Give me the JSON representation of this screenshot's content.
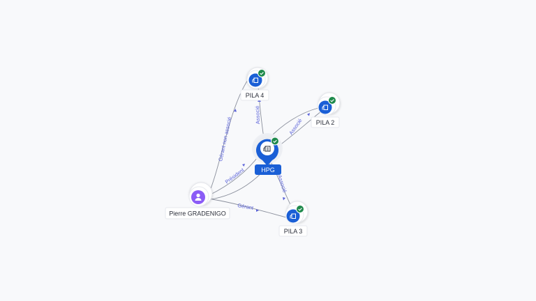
{
  "colors": {
    "company": "#1a5fd6",
    "person": "#8b5cf6",
    "check": "#1f8a4c",
    "edge": "#8a8f9c",
    "edge_label": "#5b63d9"
  },
  "nodes": {
    "center": {
      "label": "HPG",
      "icon": "building-icon"
    },
    "pila4": {
      "label": "PILA 4",
      "icon": "building-icon",
      "status": "check-icon"
    },
    "pila2": {
      "label": "PILA 2",
      "icon": "building-icon",
      "status": "check-icon"
    },
    "pila3": {
      "label": "PILA 3",
      "icon": "building-icon",
      "status": "check-icon"
    },
    "person": {
      "label": "Pierre GRADENIGO",
      "icon": "person-icon"
    }
  },
  "edges": {
    "person_pila4": "Gérant non associé",
    "center_pila4": "Associé",
    "center_pila2": "Associé",
    "center_pila3": "Associé",
    "person_center": "Président",
    "person_pila3": "Gérant"
  }
}
